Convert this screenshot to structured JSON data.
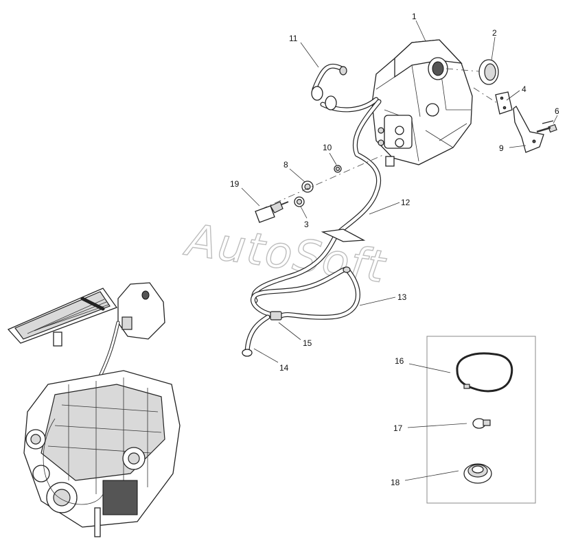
{
  "watermark": "AutoSoft",
  "callouts": [
    {
      "id": "1",
      "label": "1"
    },
    {
      "id": "2",
      "label": "2"
    },
    {
      "id": "3",
      "label": "3"
    },
    {
      "id": "4",
      "label": "4"
    },
    {
      "id": "6",
      "label": "6"
    },
    {
      "id": "8",
      "label": "8"
    },
    {
      "id": "9",
      "label": "9"
    },
    {
      "id": "10",
      "label": "10"
    },
    {
      "id": "11",
      "label": "11"
    },
    {
      "id": "12",
      "label": "12"
    },
    {
      "id": "13",
      "label": "13"
    },
    {
      "id": "14",
      "label": "14"
    },
    {
      "id": "15",
      "label": "15"
    },
    {
      "id": "16",
      "label": "16"
    },
    {
      "id": "17",
      "label": "17"
    },
    {
      "id": "18",
      "label": "18"
    },
    {
      "id": "19",
      "label": "19"
    }
  ]
}
